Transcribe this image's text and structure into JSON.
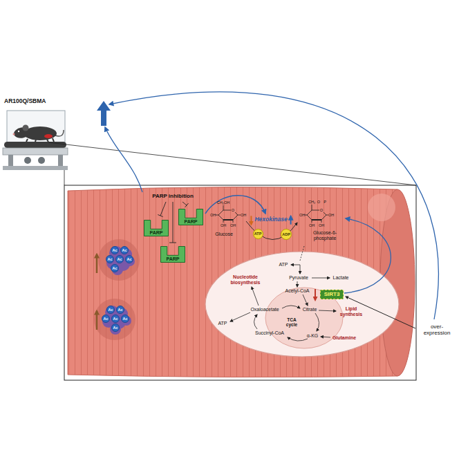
{
  "diagram": {
    "nodes": [
      {
        "text": [
          "PARP"
        ]
      },
      {
        "text": [
          "PARP"
        ]
      },
      {
        "text": [
          "PARP"
        ]
      },
      {
        "text": [
          "ATP"
        ]
      },
      {
        "text": [
          "ADP"
        ]
      },
      {
        "text": [
          "SIRT3"
        ]
      },
      {
        "text": [
          "Ac"
        ]
      },
      {
        "text": [
          "Ac"
        ]
      },
      {
        "text": [
          "Ac"
        ]
      },
      {
        "text": [
          "Ac"
        ]
      },
      {
        "text": [
          "Ac"
        ]
      },
      {
        "text": [
          "Ac"
        ]
      },
      {
        "text": [
          "Ac"
        ]
      },
      {
        "text": [
          "Ac"
        ]
      },
      {
        "text": [
          "Ac"
        ]
      },
      {
        "text": [
          "Ac"
        ]
      },
      {
        "text": [
          "Ac"
        ]
      },
      {
        "text": [
          "Ac"
        ]
      }
    ],
    "labels": [
      "AR100Q/SBMA",
      "PARP inhibition",
      "CH₂OH",
      "O",
      "OH",
      "OH",
      "OH",
      "OH",
      "Glucose",
      "Hexokinase",
      "CH₂",
      "O",
      "P",
      "O",
      "OH",
      "OH",
      "OH",
      "OH",
      "Glucose-6-phosphate",
      "ATP",
      "Pyruvate",
      "Lactate",
      "Acetyl-CoA",
      "Nucleotide biosynthesis",
      "Oxaloacetate",
      "Citrate",
      "Lipid synthesis",
      "ATP",
      "TCA cycle",
      "Succinyl-CoA",
      "α-KG",
      "Glutamine",
      "over-expression"
    ]
  }
}
